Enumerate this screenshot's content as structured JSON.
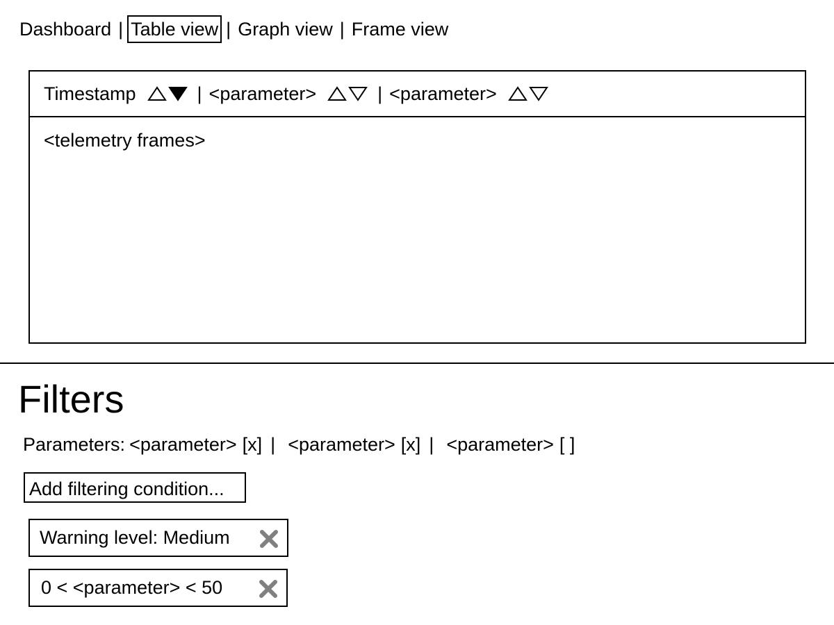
{
  "nav": {
    "items": [
      {
        "label": "Dashboard"
      },
      {
        "label": "Table view",
        "active": true
      },
      {
        "label": "Graph view"
      },
      {
        "label": "Frame view"
      }
    ],
    "separator": "|"
  },
  "table": {
    "columns": [
      {
        "label": "Timestamp",
        "sort": "descending"
      },
      {
        "label": "<parameter>",
        "sort": "none"
      },
      {
        "label": "<parameter>",
        "sort": "none"
      }
    ],
    "separator": "|",
    "body_placeholder": "<telemetry frames>"
  },
  "filters": {
    "title": "Filters",
    "parameters_label": "Parameters:",
    "parameters": [
      {
        "name": "<parameter>",
        "checkbox": "[x]"
      },
      {
        "name": "<parameter>",
        "checkbox": "[x]"
      },
      {
        "name": "<parameter>",
        "checkbox": "[  ]"
      }
    ],
    "separator": "|",
    "add_condition_label": "Add filtering condition...",
    "conditions": [
      {
        "label": "Warning level: Medium",
        "remove_icon": "close-x-icon"
      },
      {
        "label": "0 < <parameter> < 50",
        "remove_icon": "close-x-icon"
      }
    ]
  },
  "colors": {
    "remove_icon": "#808080",
    "border": "#000000"
  }
}
